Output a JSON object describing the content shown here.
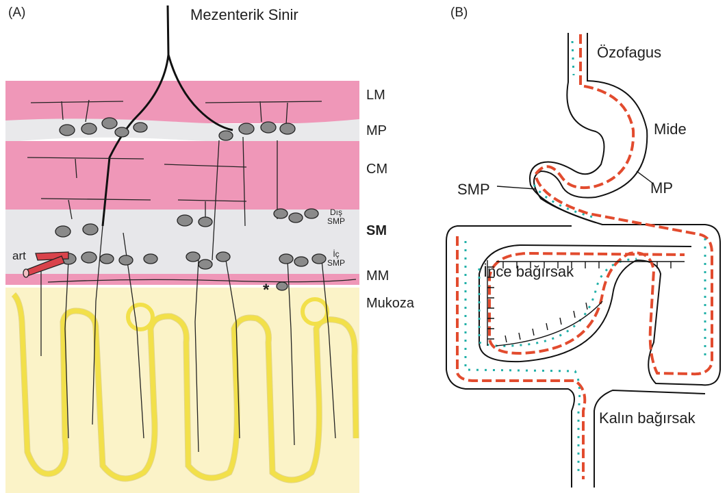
{
  "panel_a": {
    "tag": "(A)",
    "nerve_label": "Mezenterik Sinir",
    "layers": {
      "lm": "LM",
      "mp": "MP",
      "cm": "CM",
      "dis_smp_line1": "Dış",
      "dis_smp_line2": "SMP",
      "sm": "SM",
      "ic_smp_line1": "İç",
      "ic_smp_line2": "SMP",
      "mm": "MM",
      "mukoza": "Mukoza"
    },
    "artery_label": "art",
    "asterisk": "*",
    "colors": {
      "muscle": "#ef97b8",
      "submucosa": "#e7e7ea",
      "plexus_band": "#e9e9eb",
      "mucosa": "#fbf3c8",
      "epithelium": "#f2e04a",
      "neuron": "#8a8a8a",
      "artery": "#d9434b"
    }
  },
  "panel_b": {
    "tag": "(B)",
    "labels": {
      "ozofagus": "Özofagus",
      "mide": "Mide",
      "mp": "MP",
      "smp": "SMP",
      "ince": "İnce bağırsak",
      "kalin": "Kalın bağırsak"
    },
    "colors": {
      "myenteric": "#e24b2e",
      "submucosal": "#22b0a8",
      "wall": "#111111"
    }
  }
}
